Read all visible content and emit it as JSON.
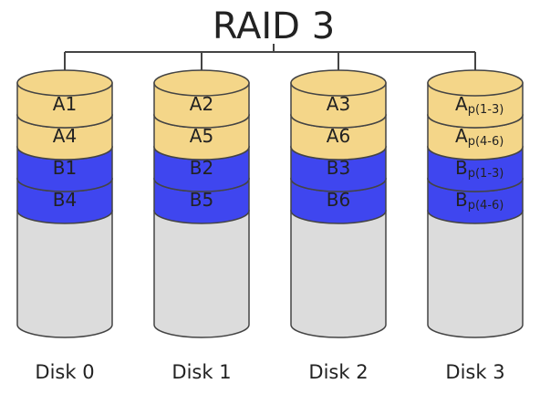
{
  "title": "RAID 3",
  "colors": {
    "a_fill": "#f4d689",
    "b_fill": "#3f46ef",
    "empty_fill": "#dcdcdc",
    "stroke": "#444444",
    "text": "#222222"
  },
  "disks": [
    {
      "label": "Disk 0",
      "blocks": [
        {
          "text": "A1",
          "kind": "a"
        },
        {
          "text": "A4",
          "kind": "a"
        },
        {
          "text": "B1",
          "kind": "b"
        },
        {
          "text": "B4",
          "kind": "b"
        }
      ]
    },
    {
      "label": "Disk 1",
      "blocks": [
        {
          "text": "A2",
          "kind": "a"
        },
        {
          "text": "A5",
          "kind": "a"
        },
        {
          "text": "B2",
          "kind": "b"
        },
        {
          "text": "B5",
          "kind": "b"
        }
      ]
    },
    {
      "label": "Disk 2",
      "blocks": [
        {
          "text": "A3",
          "kind": "a"
        },
        {
          "text": "A6",
          "kind": "a"
        },
        {
          "text": "B3",
          "kind": "b"
        },
        {
          "text": "B6",
          "kind": "b"
        }
      ]
    },
    {
      "label": "Disk 3",
      "blocks": [
        {
          "text": "A",
          "sub": "p(1-3)",
          "kind": "a"
        },
        {
          "text": "A",
          "sub": "p(4-6)",
          "kind": "a"
        },
        {
          "text": "B",
          "sub": "p(1-3)",
          "kind": "b"
        },
        {
          "text": "B",
          "sub": "p(4-6)",
          "kind": "b"
        }
      ]
    }
  ]
}
